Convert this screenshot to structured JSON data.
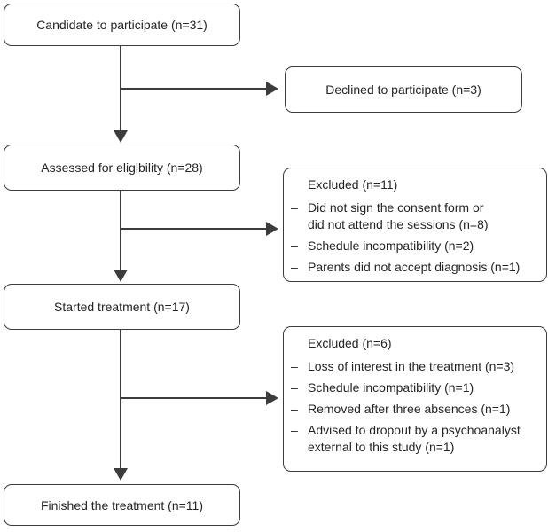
{
  "diagram": {
    "list_marker": "–",
    "colors": {
      "line": "#3c3c3c",
      "border": "#3c3c3c",
      "text": "#242424",
      "box_fill": "#ffffff",
      "background": "#ffffff"
    },
    "nodes": {
      "candidate": {
        "label": "Candidate to participate (n=31)"
      },
      "declined": {
        "label": "Declined to participate (n=3)"
      },
      "assessed": {
        "label": "Assessed for eligibility (n=28)"
      },
      "excluded_eligibility": {
        "title": "Excluded (n=11)",
        "items": [
          "Did not sign the consent form or\ndid not attend the sessions (n=8)",
          "Schedule incompatibility (n=2)",
          "Parents did not accept diagnosis (n=1)"
        ]
      },
      "started": {
        "label": "Started treatment (n=17)"
      },
      "excluded_treatment": {
        "title": "Excluded (n=6)",
        "items": [
          "Loss of interest in the treatment (n=3)",
          "Schedule incompatibility (n=1)",
          "Removed after three absences (n=1)",
          "Advised to dropout by a psychoanalyst\nexternal to this study (n=1)"
        ]
      },
      "finished": {
        "label": "Finished the treatment (n=11)"
      }
    }
  }
}
